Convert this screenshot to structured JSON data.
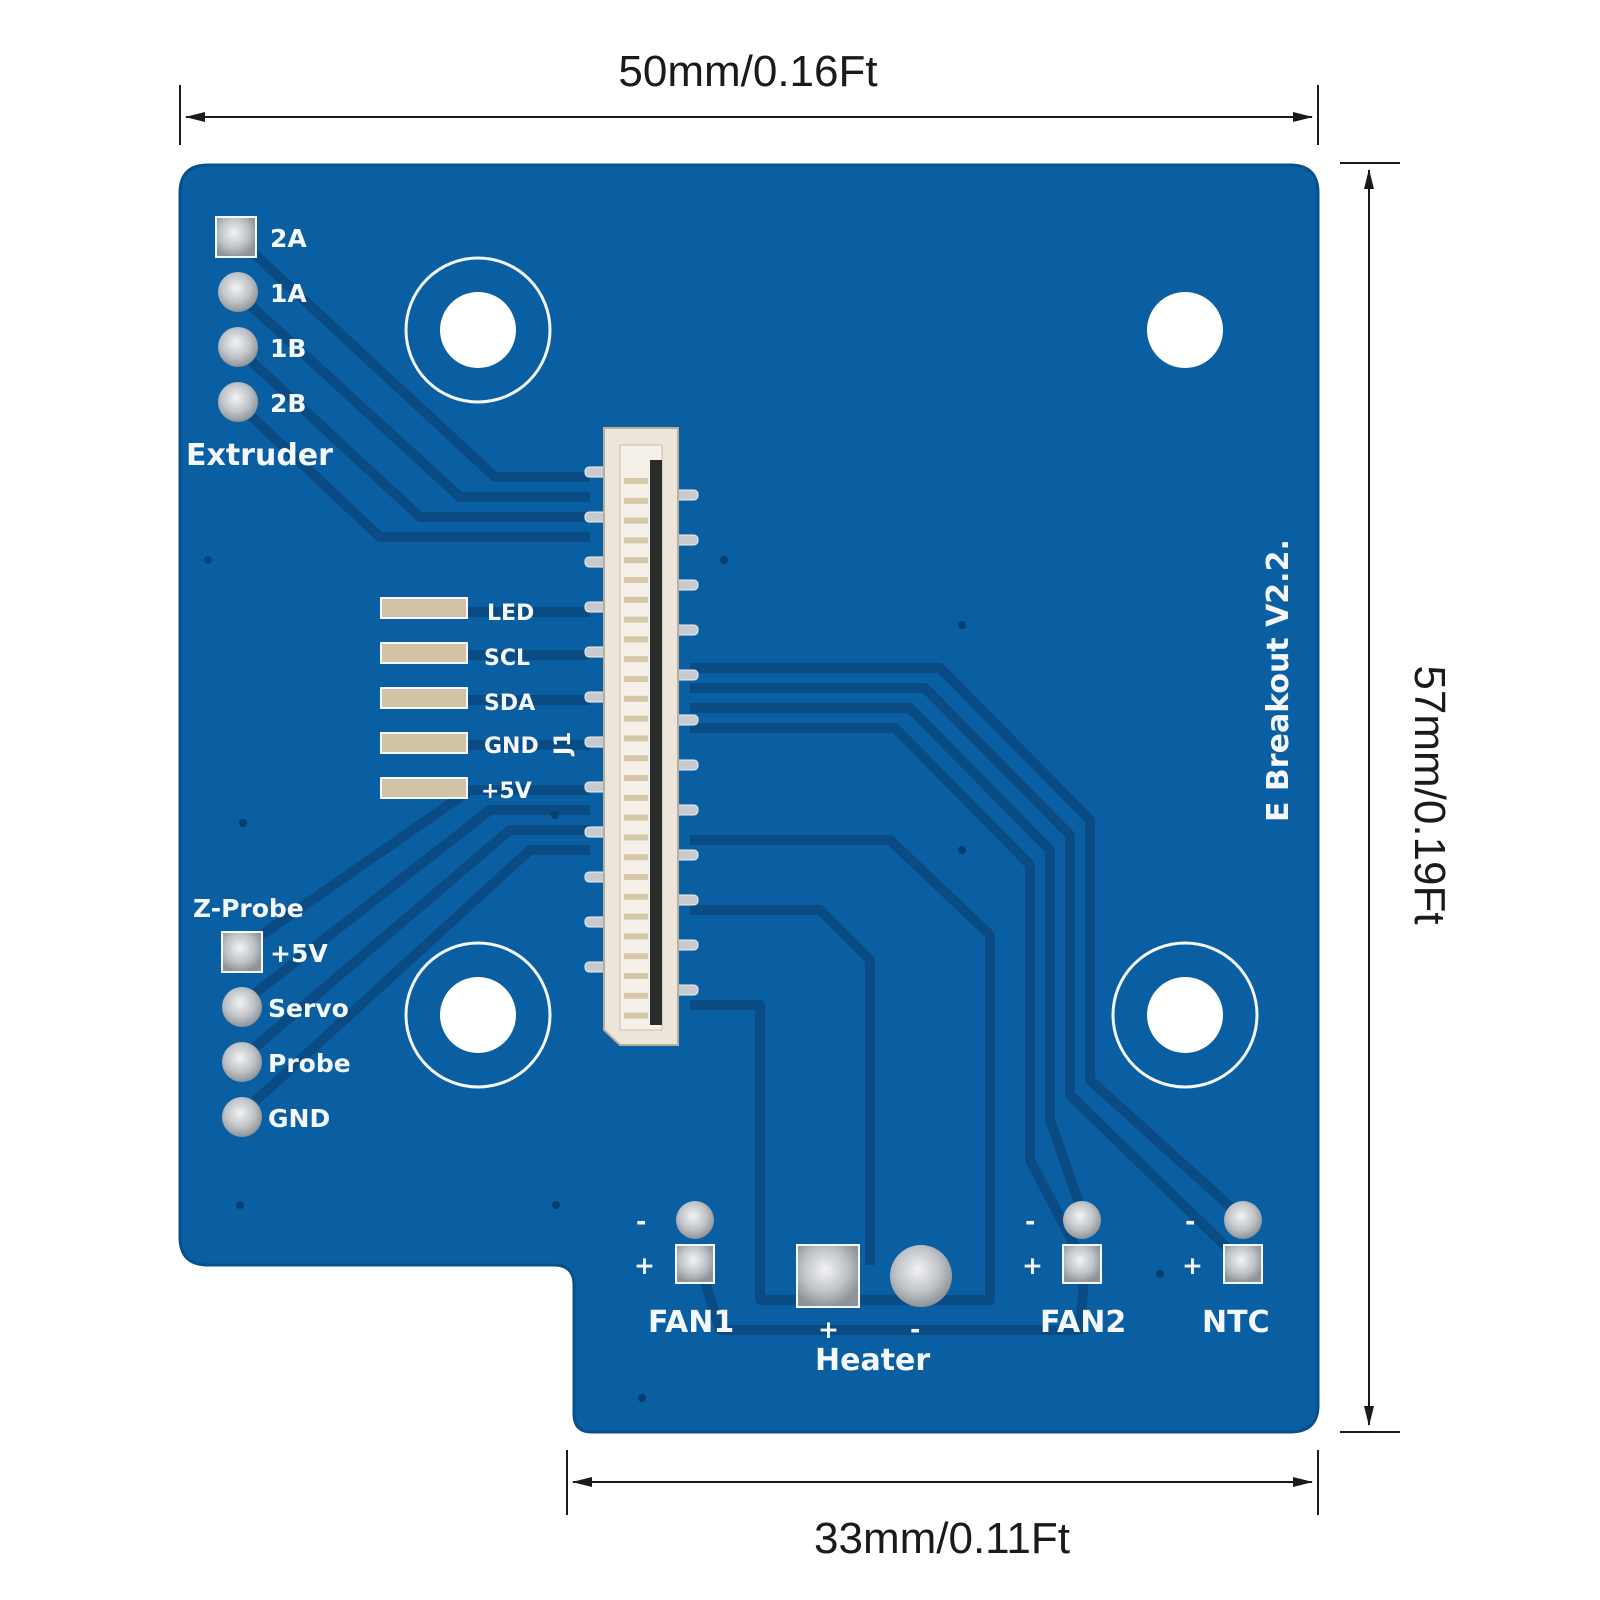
{
  "dimensions": {
    "width_top": "50mm/0.16Ft",
    "height_right": "57mm/0.19Ft",
    "width_bottom": "33mm/0.11Ft"
  },
  "board": {
    "title": "E Breakout  V2.2.",
    "connector_ref": "J1",
    "extruder": {
      "label": "Extruder",
      "pins": [
        "2A",
        "1A",
        "1B",
        "2B"
      ]
    },
    "i2c_pads": [
      "LED",
      "SCL",
      "SDA",
      "GND",
      "+5V"
    ],
    "zprobe": {
      "label": "Z-Probe",
      "pins": [
        "+5V",
        "Servo",
        "Probe",
        "GND"
      ]
    },
    "fan1": {
      "label": "FAN1",
      "minus": "-",
      "plus": "+"
    },
    "heater": {
      "label": "Heater",
      "plus": "+",
      "minus": "-"
    },
    "fan2": {
      "label": "FAN2",
      "minus": "-",
      "plus": "+"
    },
    "ntc": {
      "label": "NTC",
      "minus": "-",
      "plus": "+"
    }
  },
  "colors": {
    "pcb": "#0a5fa3",
    "trace": "#0a4f8a",
    "silkscreen": "#f4f7fb",
    "pad": "#c9cdd2",
    "connector": "#e8e2d6",
    "dimension_line": "#1a1a1a"
  }
}
